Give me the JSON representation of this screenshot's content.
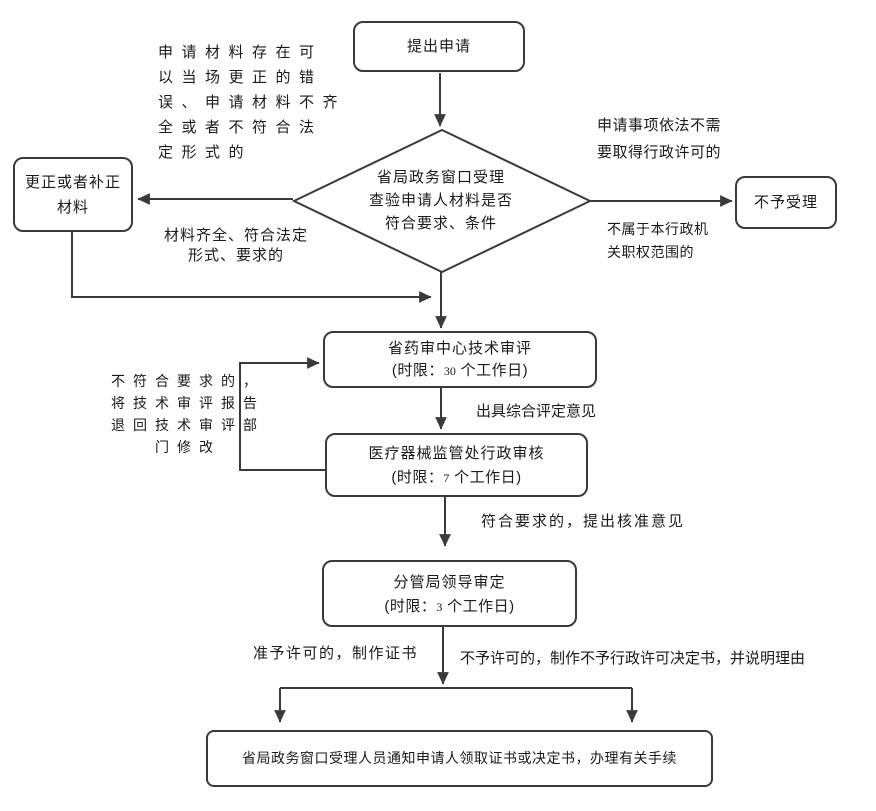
{
  "colors": {
    "line": "#3a3a3a",
    "text": "#1a1a1a",
    "background": "#ffffff"
  },
  "nodes": {
    "start": {
      "label": "提出申请"
    },
    "decision": {
      "text": "省局政务窗口受理\n查验申请人材料是否\n符合要求、条件"
    },
    "correct": {
      "label": "更正或者补正\n材料"
    },
    "reject": {
      "label": "不予受理"
    },
    "tech": {
      "title": "省药审中心技术审评",
      "time_prefix": "(时限：",
      "time_num": "30",
      "time_suffix": " 个工作日)"
    },
    "admin": {
      "title": "医疗器械监管处行政审核",
      "time_prefix": "(时限：",
      "time_num": "7",
      "time_suffix": " 个工作日)"
    },
    "leader": {
      "title": "分管局领导审定",
      "time_prefix": "(时限：",
      "time_num": "3",
      "time_suffix": " 个工作日)"
    },
    "final": {
      "label": "省局政务窗口受理人员通知申请人领取证书或决定书，办理有关手续"
    }
  },
  "annotations": {
    "correctable": "申请材料存在可\n以当场更正的错\n误、申请材料不齐\n全或者不符合法\n定形式的",
    "complete": "材料齐全、符合法定\n形式、要求的",
    "no_permit": "申请事项依法不需\n要取得行政许可的",
    "not_jurisdiction": "不属于本行政机\n关职权范围的",
    "return_revise": "不符合要求的，\n将技术审评报告\n退回技术审评部\n门修改",
    "assessment": "出具综合评定意见",
    "approve_opinion": "符合要求的，提出核准意见",
    "grant": "准予许可的，制作证书",
    "deny": "不予许可的，制作不予行政许可决定书，并说明理由"
  }
}
